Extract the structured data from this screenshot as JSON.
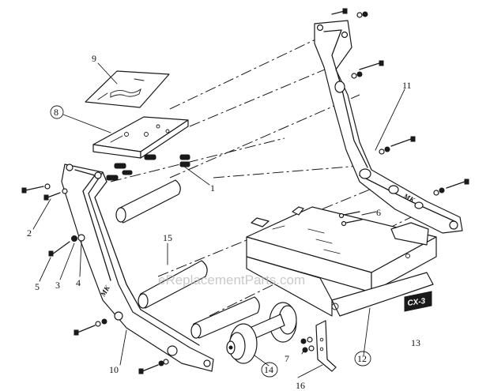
{
  "watermark": "eReplacementParts.com",
  "badge": "CX-3",
  "callouts": [
    {
      "id": "1",
      "label": "1"
    },
    {
      "id": "2",
      "label": "2"
    },
    {
      "id": "3",
      "label": "3"
    },
    {
      "id": "4",
      "label": "4"
    },
    {
      "id": "5",
      "label": "5"
    },
    {
      "id": "6",
      "label": "6"
    },
    {
      "id": "7",
      "label": "7"
    },
    {
      "id": "8",
      "label": "8"
    },
    {
      "id": "9",
      "label": "9"
    },
    {
      "id": "10",
      "label": "10"
    },
    {
      "id": "11",
      "label": "11"
    },
    {
      "id": "12",
      "label": "12"
    },
    {
      "id": "13",
      "label": "13"
    },
    {
      "id": "14",
      "label": "14"
    },
    {
      "id": "15",
      "label": "15"
    },
    {
      "id": "16",
      "label": "16"
    }
  ]
}
